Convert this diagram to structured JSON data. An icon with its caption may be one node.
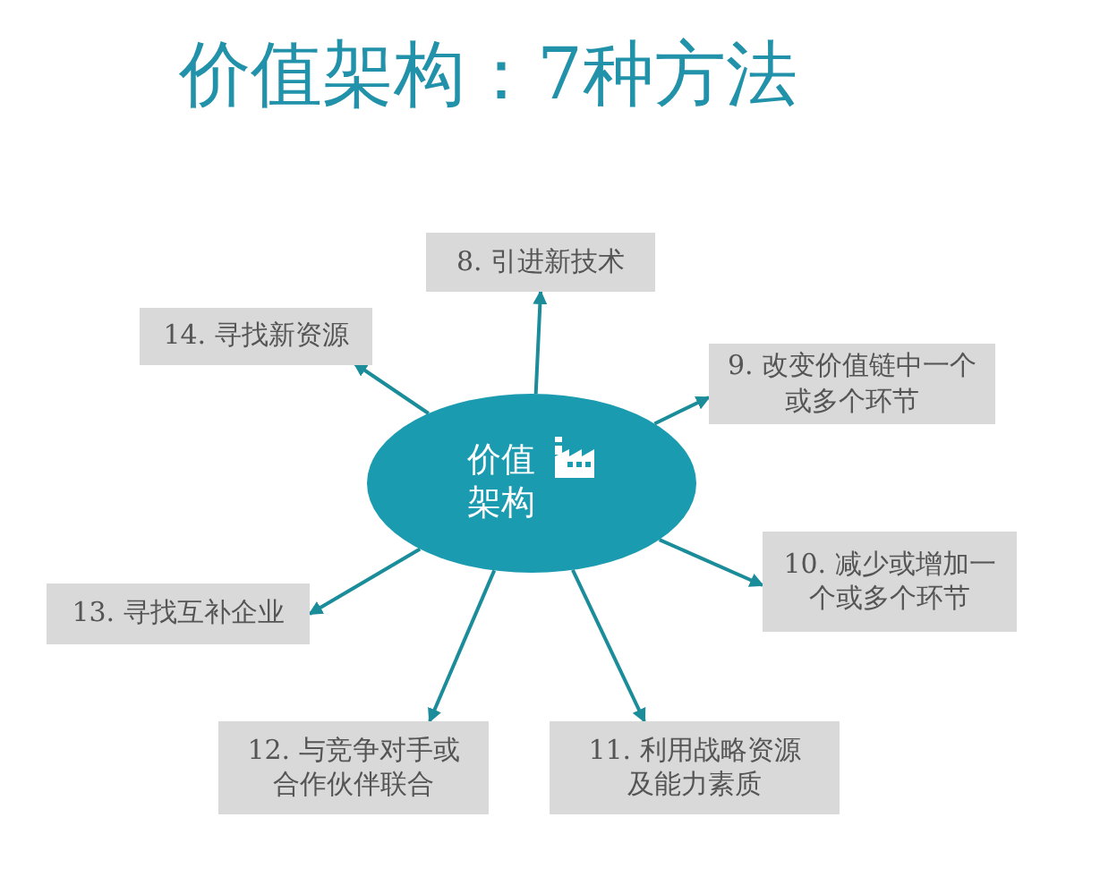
{
  "diagram": {
    "title": "价值架构：7种方法",
    "nodes": [
      {
        "text": [
          "价值架构"
        ]
      },
      {
        "text": [
          "8. 引进新技术"
        ]
      },
      {
        "text": [
          "9. 改变价值链中一个或多个环节"
        ]
      },
      {
        "text": [
          "10. 减少或增加一个或多个环节"
        ]
      },
      {
        "text": [
          "11. 利用战略资源及能力素质"
        ]
      },
      {
        "text": [
          "12. 与竞争对手或合作伙伴联合"
        ]
      },
      {
        "text": [
          "13. 寻找互补企业"
        ]
      },
      {
        "text": [
          "14. 寻找新资源"
        ]
      }
    ],
    "edges": [
      {
        "from": 0,
        "to": 1,
        "arrow": "to"
      },
      {
        "from": 0,
        "to": 2,
        "arrow": "to"
      },
      {
        "from": 0,
        "to": 3,
        "arrow": "to"
      },
      {
        "from": 0,
        "to": 4,
        "arrow": "to"
      },
      {
        "from": 0,
        "to": 5,
        "arrow": "to"
      },
      {
        "from": 0,
        "to": 6,
        "arrow": "to"
      },
      {
        "from": 0,
        "to": 7,
        "arrow": "to"
      }
    ]
  }
}
